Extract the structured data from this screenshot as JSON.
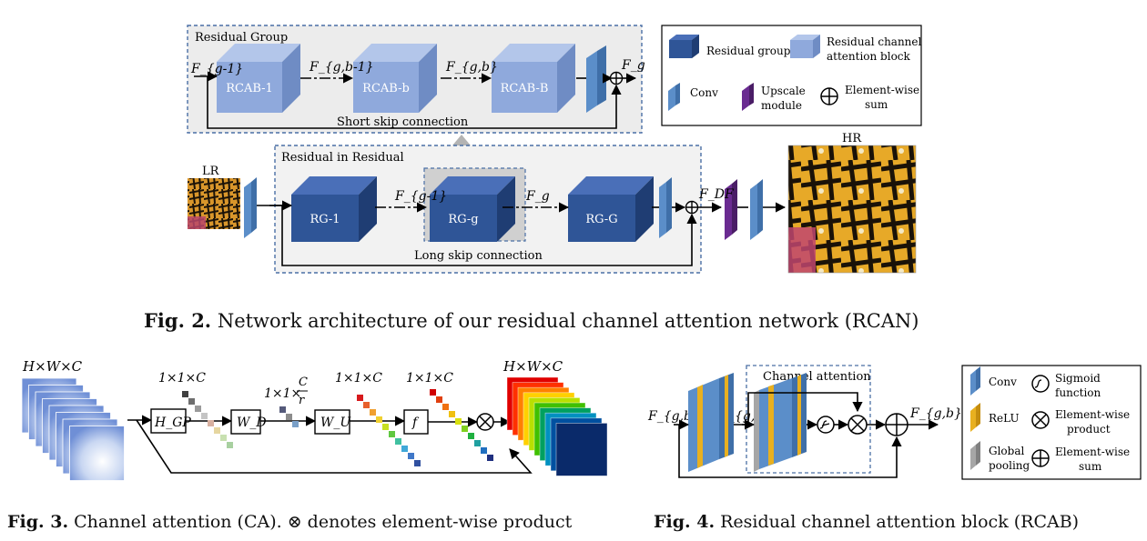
{
  "fig2": {
    "residual_group": {
      "title": "Residual Group",
      "blocks": [
        "RCAB-1",
        "RCAB-b",
        "RCAB-B"
      ],
      "f_in": "F_{g-1}",
      "f_mid1": "F_{g,b-1}",
      "f_mid2": "F_{g,b}",
      "f_out": "F_g",
      "skip_label": "Short skip connection"
    },
    "legend": {
      "residual_group": "Residual group",
      "rcab_line1": "Residual channel",
      "rcab_line2": "attention block",
      "conv": "Conv",
      "upscale_line1": "Upscale",
      "upscale_line2": "module",
      "sum_line1": "Element-wise",
      "sum_line2": "sum"
    },
    "rir": {
      "title": "Residual in Residual",
      "blocks": [
        "RG-1",
        "RG-g",
        "RG-G"
      ],
      "lr_label": "LR",
      "hr_label": "HR",
      "f_in": "F_{g-1}",
      "f_out": "F_g",
      "f_df": "F_DF",
      "skip_label": "Long skip connection"
    },
    "caption_bold": "Fig. 2.",
    "caption_text": "Network architecture of our residual channel attention network (RCAN)"
  },
  "fig3": {
    "input_dim": "H×W×C",
    "output_dim": "H×W×C",
    "dim_111c": "1×1×C",
    "dim_11cr_prefix": "1×1×",
    "dim_11cr_num": "C",
    "dim_11cr_den": "r",
    "ops": [
      "H_GP",
      "W_D",
      "W_U",
      "f"
    ],
    "caption_bold": "Fig. 3.",
    "caption_text": "Channel attention (CA). ⊗ denotes element-wise product"
  },
  "fig4": {
    "input_label": "F_{g,b-1}",
    "x_label": "X_{g,b}",
    "output_label": "F_{g,b}",
    "ca_title": "Channel attention",
    "legend": {
      "conv": "Conv",
      "sigmoid_line1": "Sigmoid",
      "sigmoid_line2": "function",
      "relu": "ReLU",
      "product_line1": "Element-wise",
      "product_line2": "product",
      "pool_line1": "Global",
      "pool_line2": "pooling",
      "sum_line1": "Element-wise",
      "sum_line2": "sum"
    },
    "caption_bold": "Fig. 4.",
    "caption_text": "Residual channel attention block (RCAB)"
  },
  "colors": {
    "rg_blue": "#2f5597",
    "rcab_blue": "#8fa9dc",
    "conv_blue": "#5b8ec9",
    "upscale_purple": "#6a2b91",
    "relu_yellow": "#e8b020",
    "pool_gray": "#a6a6a6",
    "dash_border": "#4a6fa5",
    "panel_bg": "#ececec"
  }
}
